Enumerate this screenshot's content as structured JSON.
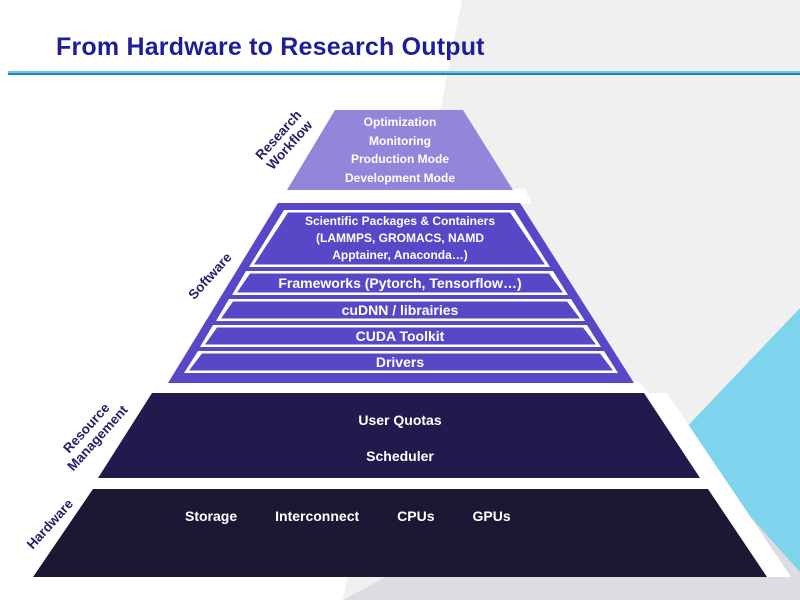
{
  "slide": {
    "title": "From Hardware to Research Output"
  },
  "layers": {
    "research_workflow": {
      "label": [
        "Research",
        "Workflow"
      ],
      "items": [
        "Optimization",
        "Monitoring",
        "Production Mode",
        "Development Mode"
      ]
    },
    "software": {
      "label": [
        "Software"
      ],
      "rows": [
        [
          "Scientific Packages & Containers",
          "(LAMMPS, GROMACS, NAMD",
          "Apptainer, Anaconda…)"
        ],
        [
          "Frameworks (Pytorch, Tensorflow…)"
        ],
        [
          "cuDNN / librairies"
        ],
        [
          "CUDA Toolkit"
        ],
        [
          "Drivers"
        ]
      ]
    },
    "resource_management": {
      "label": [
        "Resource",
        "Management"
      ],
      "items": [
        "User Quotas",
        "Scheduler"
      ]
    },
    "hardware": {
      "label": [
        "Hardware"
      ],
      "items": [
        "Storage",
        "Interconnect",
        "CPUs",
        "GPUs"
      ]
    }
  },
  "colors": {
    "title_text": "#201d96",
    "accent_line": "#2b9fd6",
    "research_workflow_fill": "#9186da",
    "software_fill": "#5848c8",
    "resource_management_fill": "#211a4c",
    "hardware_fill": "#1d1734",
    "side_label_text": "#262066",
    "layer_text": "#ffffff",
    "background_light_gray": "#f0f0f1",
    "background_dark_gray": "#dcdde0",
    "background_cyan": "#7ed4ec"
  }
}
